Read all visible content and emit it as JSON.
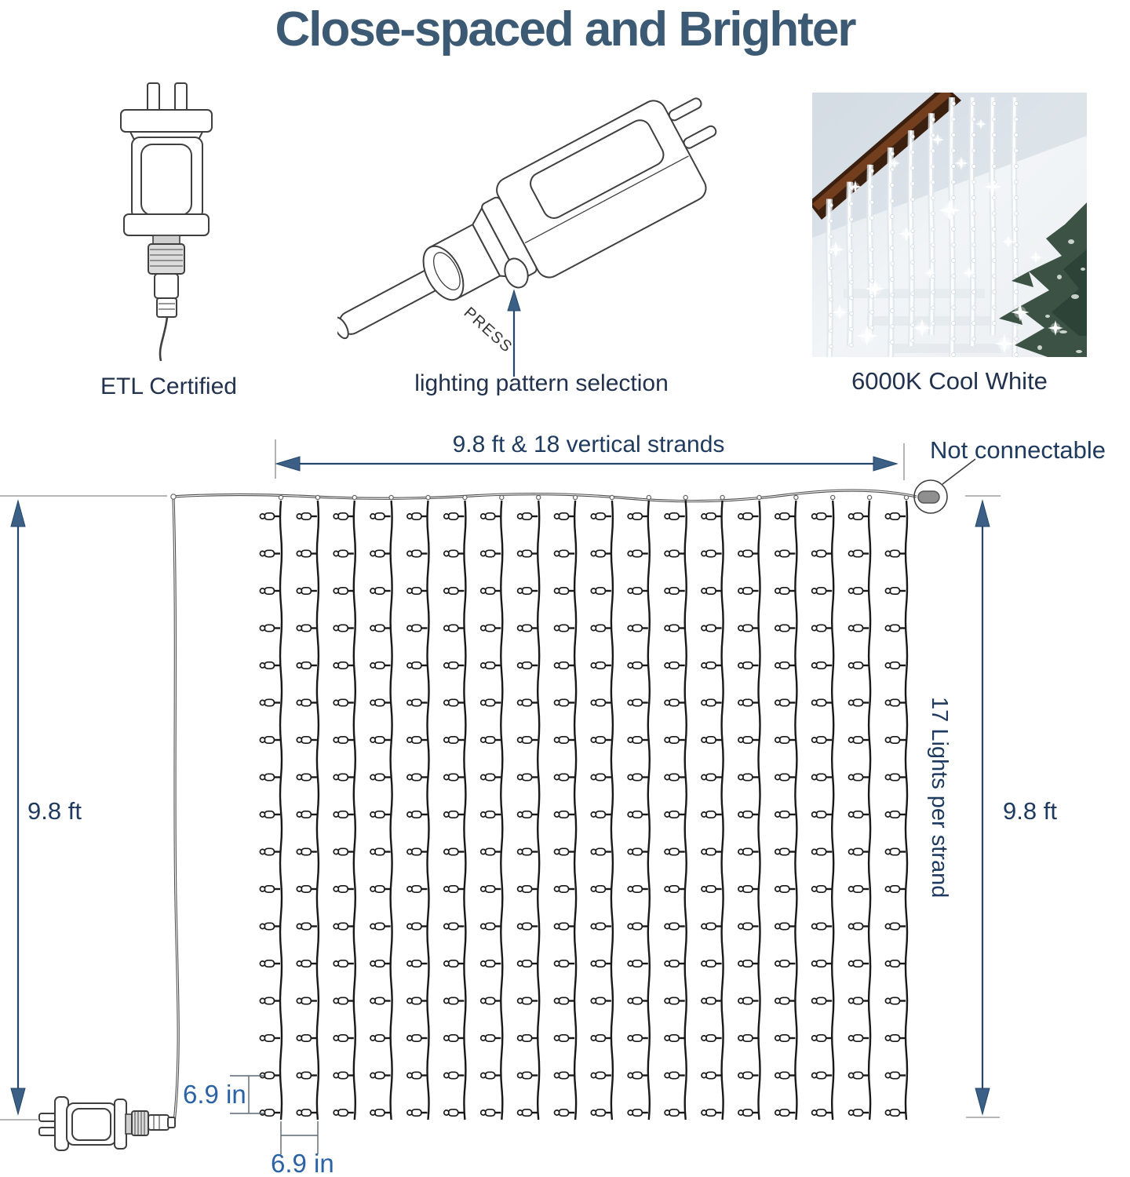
{
  "title": "Close-spaced and Brighter",
  "colors": {
    "title": "#3d5a75",
    "label": "#22324e",
    "dim": "#1e3a5f",
    "dimsmall": "#2b62a5",
    "line": "#3f3f3f",
    "curtain": "#191919",
    "arrowfill": "#3c5f86",
    "arrowstroke": "#24466b"
  },
  "figures": {
    "etl": {
      "label": "ETL Certified"
    },
    "pattern": {
      "label": "lighting pattern selection",
      "button_text": "PRESS"
    },
    "photo": {
      "label": "6000K Cool White"
    }
  },
  "diagram": {
    "width_label": "9.8 ft & 18 vertical strands",
    "not_connectable_label": "Not connectable",
    "height_label_left": "9.8 ft",
    "height_label_right": "9.8 ft",
    "lights_label": "17 Lights per strand",
    "bulb_spacing_label": "6.9 in",
    "strand_spacing_label": "6.9 in",
    "strands": 18,
    "lights_per_strand": 17
  }
}
